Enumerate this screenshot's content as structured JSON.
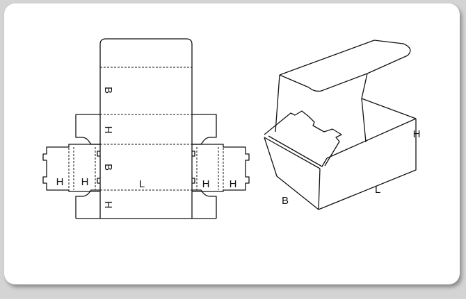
{
  "colors": {
    "background": "#d4d4d4",
    "card": "#ffffff",
    "line": "#111111"
  },
  "labels": {
    "length": "L",
    "breadth": "B",
    "height": "H"
  }
}
